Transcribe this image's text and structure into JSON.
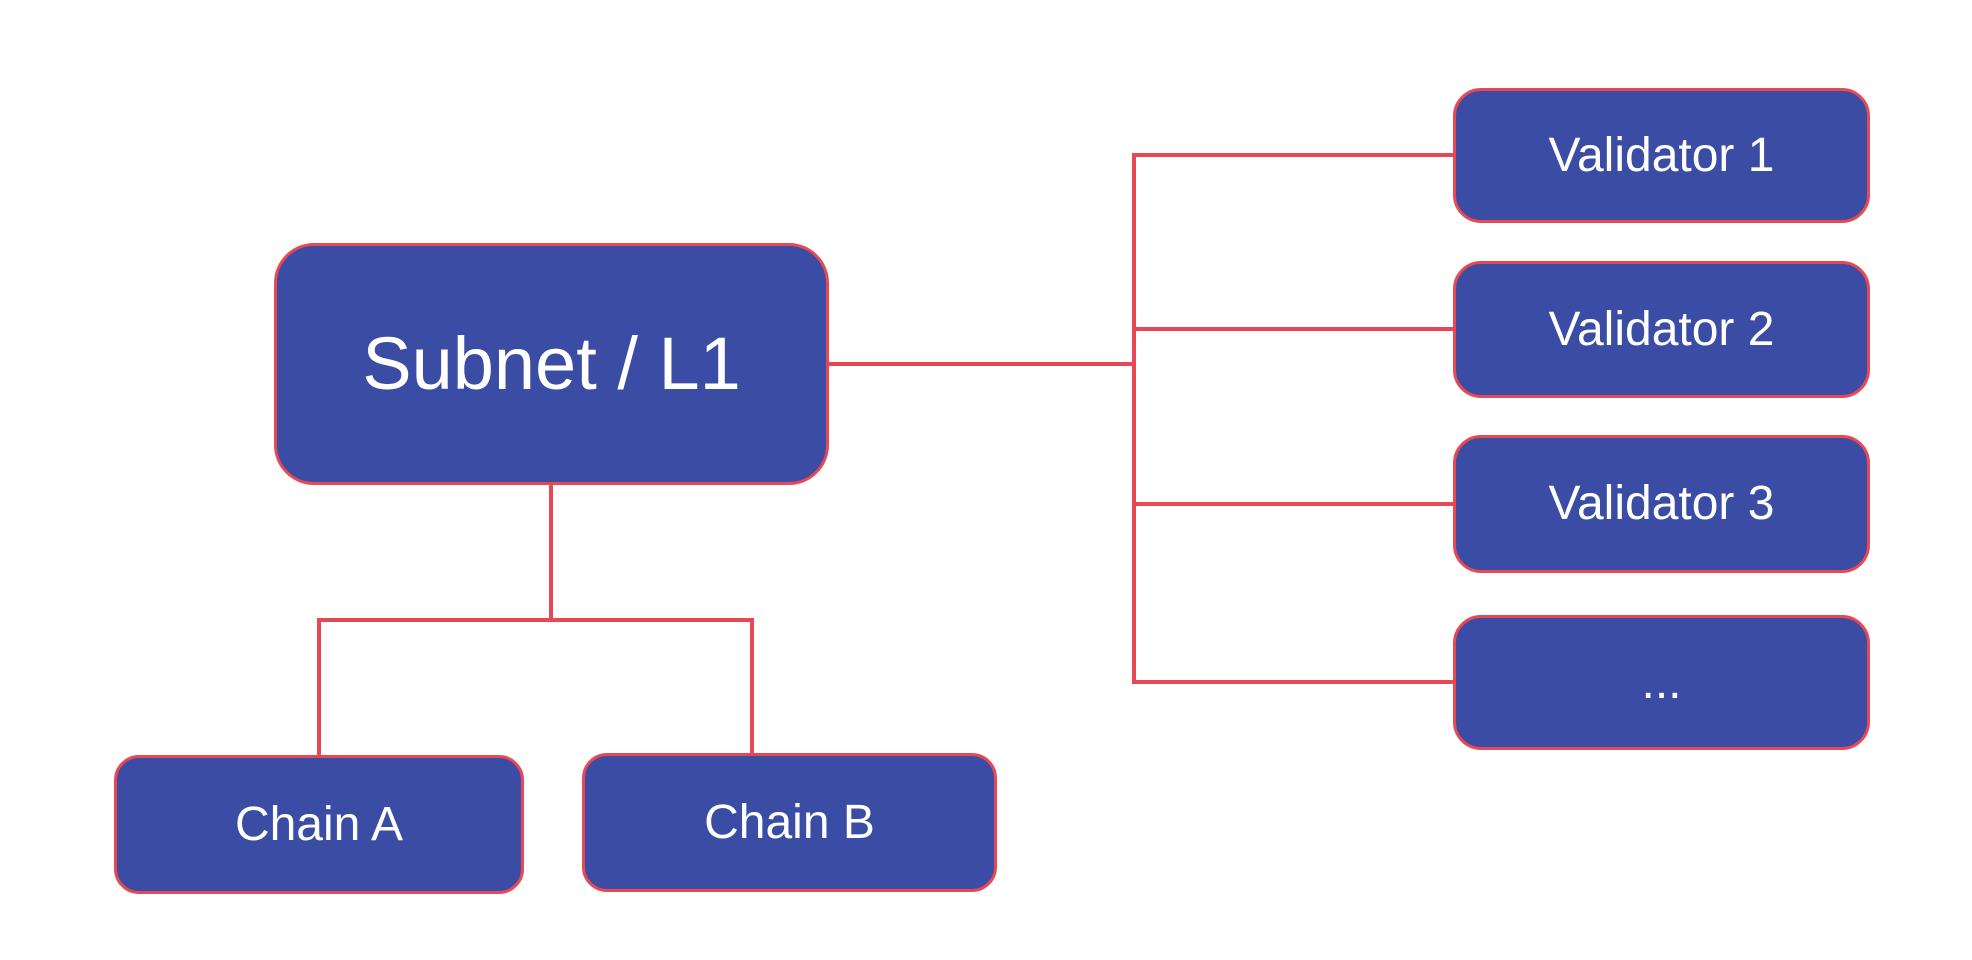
{
  "diagram": {
    "colors": {
      "node_fill": "#3A4CA4",
      "node_border": "#E84853",
      "connector": "#E84853",
      "label_text": "#FFFFFF",
      "background": "#FFFFFF"
    },
    "nodes": {
      "subnet": {
        "label": "Subnet / L1"
      },
      "chain_a": {
        "label": "Chain A"
      },
      "chain_b": {
        "label": "Chain B"
      }
    },
    "validators": [
      {
        "label": "Validator 1"
      },
      {
        "label": "Validator 2"
      },
      {
        "label": "Validator 3"
      },
      {
        "label": "..."
      }
    ]
  }
}
